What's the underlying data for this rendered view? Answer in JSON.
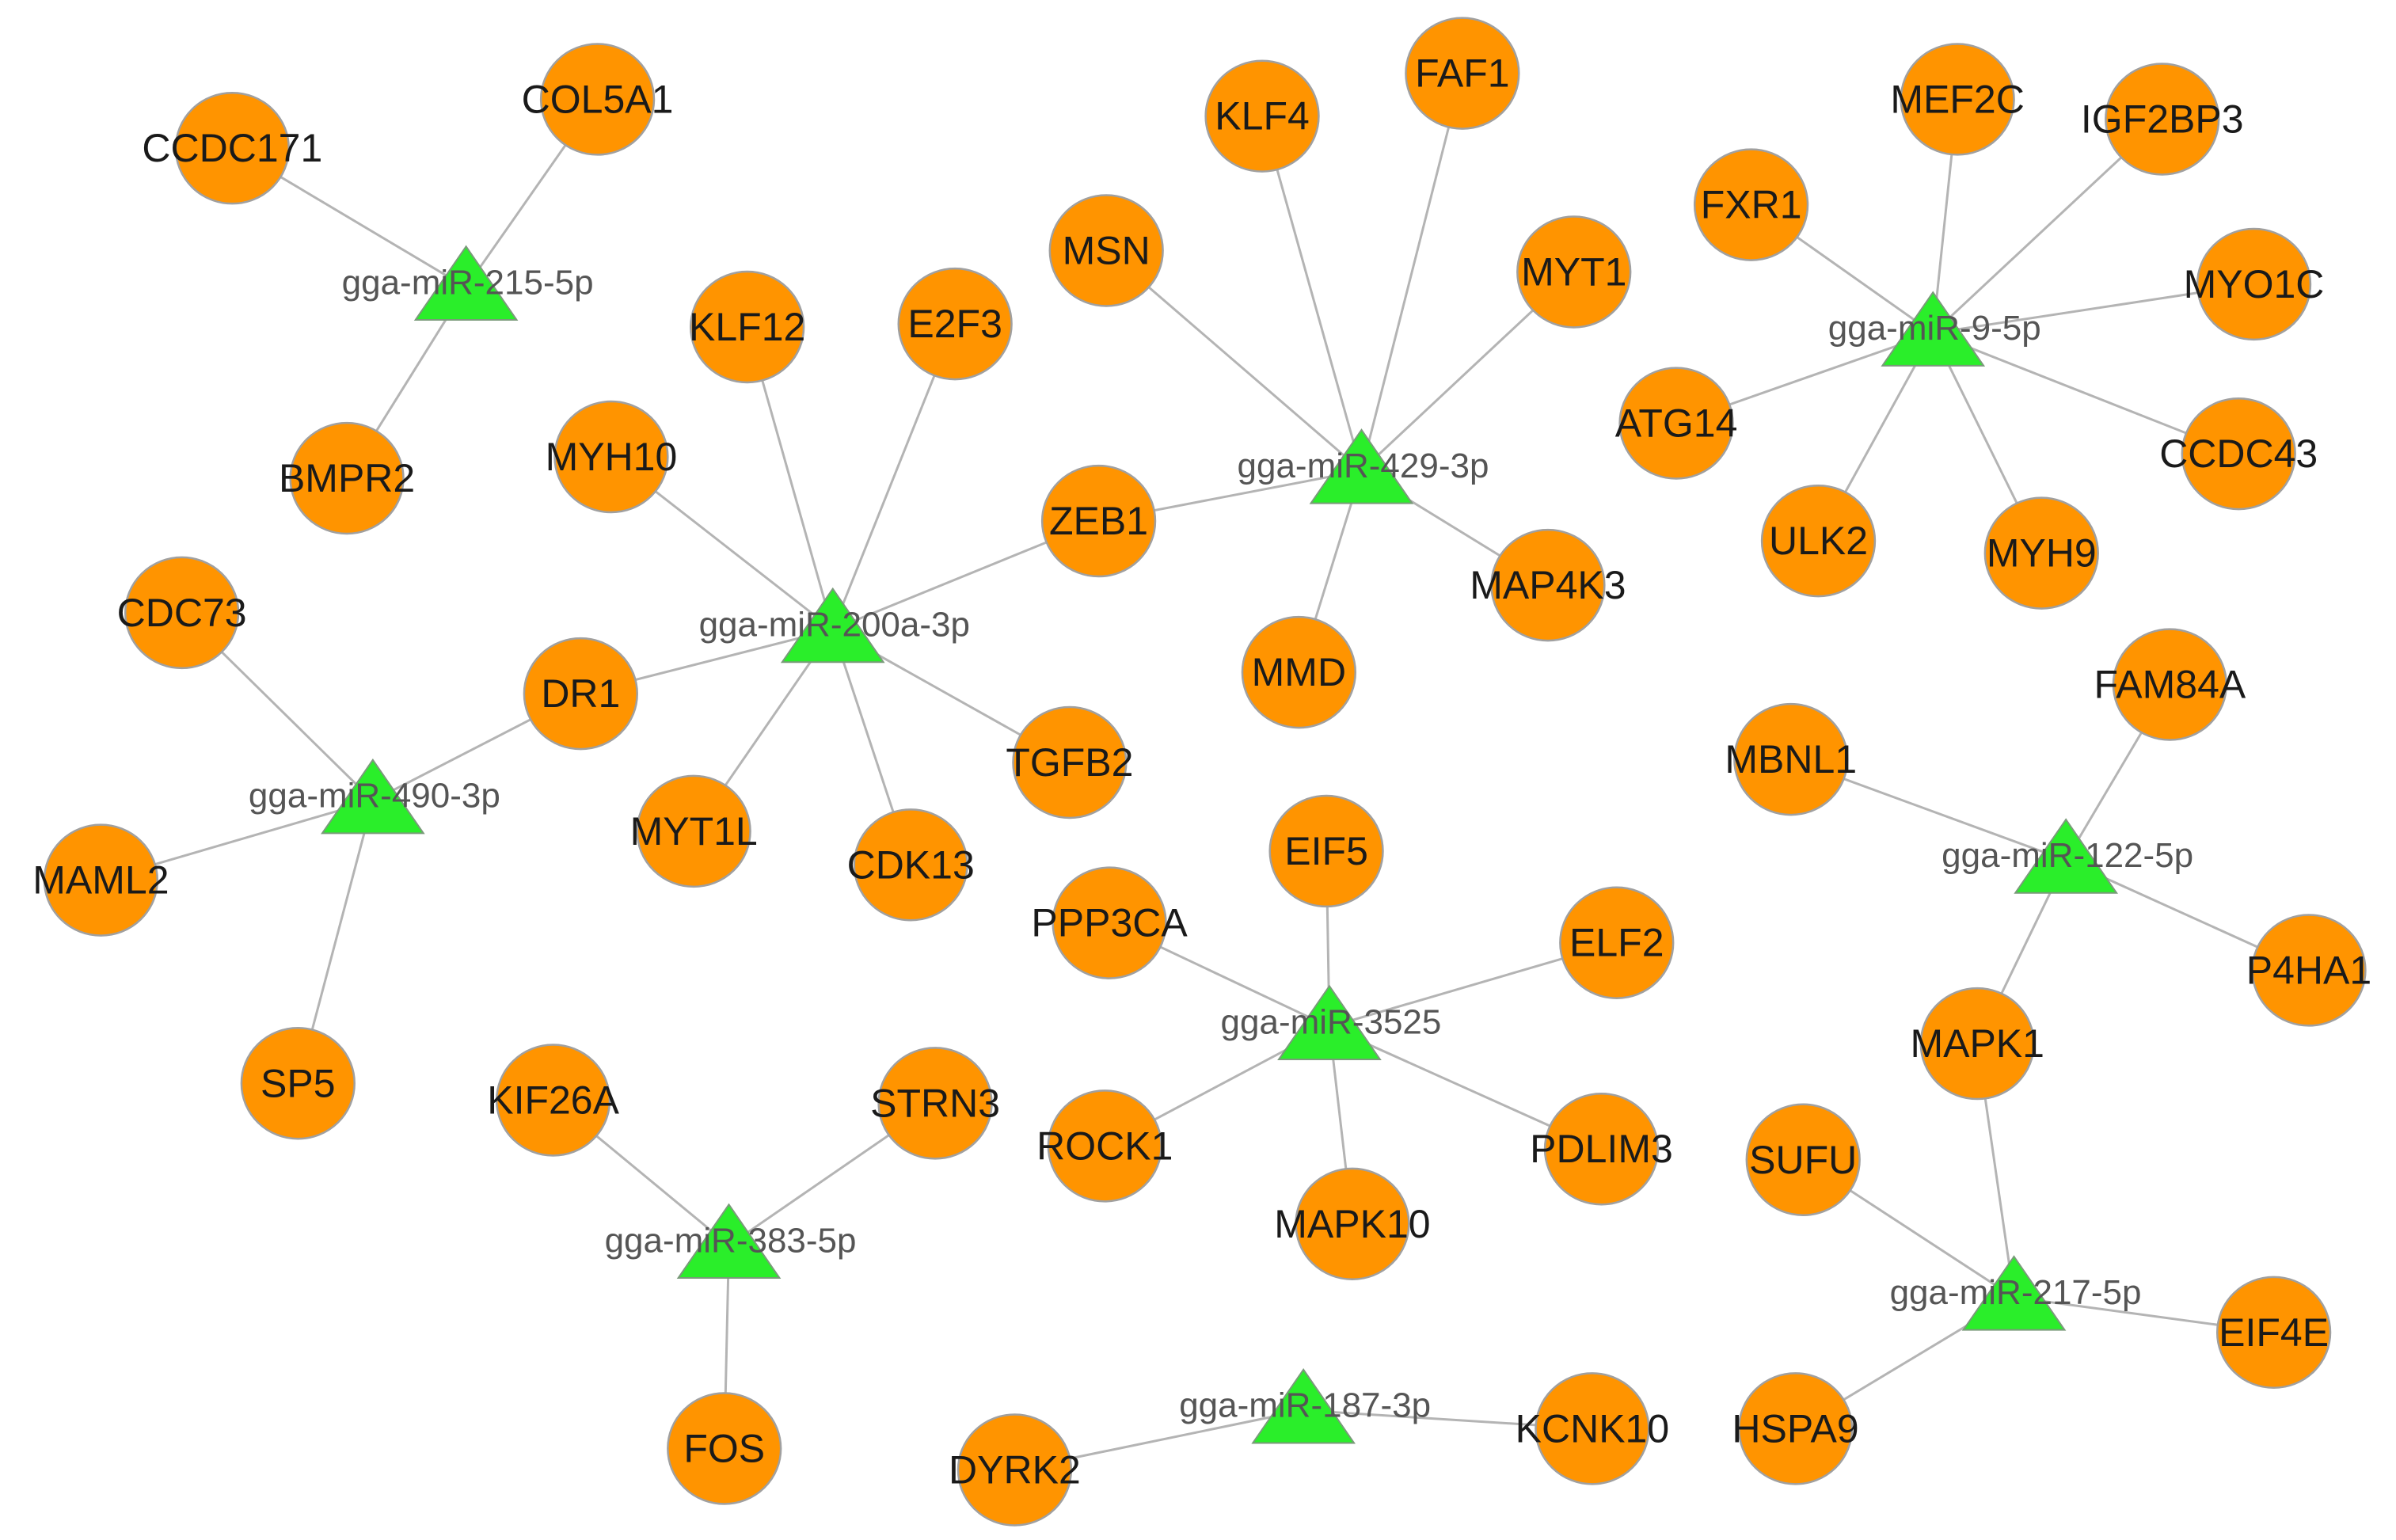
{
  "colors": {
    "gene": "#ff9400",
    "mirna": "#2aee2a",
    "edge": "#b4b4b4"
  },
  "mirnas": [
    {
      "id": "m215",
      "label": "gga-miR-215-5p"
    },
    {
      "id": "m200a",
      "label": "gga-miR-200a-3p"
    },
    {
      "id": "m429",
      "label": "gga-miR-429-3p"
    },
    {
      "id": "m9",
      "label": "gga-miR-9-5p"
    },
    {
      "id": "m490",
      "label": "gga-miR-490-3p"
    },
    {
      "id": "m122",
      "label": "gga-miR-122-5p"
    },
    {
      "id": "m3525",
      "label": "gga-miR-3525"
    },
    {
      "id": "m383",
      "label": "gga-miR-383-5p"
    },
    {
      "id": "m217",
      "label": "gga-miR-217-5p"
    },
    {
      "id": "m187",
      "label": "gga-miR-187-3p"
    }
  ],
  "genes": [
    {
      "id": "CCDC171",
      "label": "CCDC171",
      "mirna": "m215"
    },
    {
      "id": "COL5A1",
      "label": "COL5A1",
      "mirna": "m215"
    },
    {
      "id": "BMPR2",
      "label": "BMPR2",
      "mirna": "m215"
    },
    {
      "id": "KLF12",
      "label": "KLF12",
      "mirna": "m200a"
    },
    {
      "id": "E2F3",
      "label": "E2F3",
      "mirna": "m200a"
    },
    {
      "id": "MYH10",
      "label": "MYH10",
      "mirna": "m200a"
    },
    {
      "id": "ZEB1",
      "label": "ZEB1",
      "mirna": "m200a"
    },
    {
      "id": "DR1",
      "label": "DR1",
      "mirna": "m200a"
    },
    {
      "id": "TGFB2",
      "label": "TGFB2",
      "mirna": "m200a"
    },
    {
      "id": "MYT1L",
      "label": "MYT1L",
      "mirna": "m200a"
    },
    {
      "id": "CDK13",
      "label": "CDK13",
      "mirna": "m200a"
    },
    {
      "id": "KLF4",
      "label": "KLF4",
      "mirna": "m429"
    },
    {
      "id": "FAF1",
      "label": "FAF1",
      "mirna": "m429"
    },
    {
      "id": "MSN",
      "label": "MSN",
      "mirna": "m429"
    },
    {
      "id": "MYT1",
      "label": "MYT1",
      "mirna": "m429"
    },
    {
      "id": "MAP4K3",
      "label": "MAP4K3",
      "mirna": "m429"
    },
    {
      "id": "MMD",
      "label": "MMD",
      "mirna": "m429"
    },
    {
      "id": "MEF2C",
      "label": "MEF2C",
      "mirna": "m9"
    },
    {
      "id": "IGF2BP3",
      "label": "IGF2BP3",
      "mirna": "m9"
    },
    {
      "id": "FXR1",
      "label": "FXR1",
      "mirna": "m9"
    },
    {
      "id": "MYO1C",
      "label": "MYO1C",
      "mirna": "m9"
    },
    {
      "id": "ATG14",
      "label": "ATG14",
      "mirna": "m9"
    },
    {
      "id": "CCDC43",
      "label": "CCDC43",
      "mirna": "m9"
    },
    {
      "id": "ULK2",
      "label": "ULK2",
      "mirna": "m9"
    },
    {
      "id": "MYH9",
      "label": "MYH9",
      "mirna": "m9"
    },
    {
      "id": "CDC73",
      "label": "CDC73",
      "mirna": "m490"
    },
    {
      "id": "MAML2",
      "label": "MAML2",
      "mirna": "m490"
    },
    {
      "id": "SP5",
      "label": "SP5",
      "mirna": "m490"
    },
    {
      "id": "FAM84A",
      "label": "FAM84A",
      "mirna": "m122"
    },
    {
      "id": "MBNL1",
      "label": "MBNL1",
      "mirna": "m122"
    },
    {
      "id": "P4HA1",
      "label": "P4HA1",
      "mirna": "m122"
    },
    {
      "id": "MAPK1",
      "label": "MAPK1",
      "mirna": "m122"
    },
    {
      "id": "EIF5",
      "label": "EIF5",
      "mirna": "m3525"
    },
    {
      "id": "PPP3CA",
      "label": "PPP3CA",
      "mirna": "m3525"
    },
    {
      "id": "ELF2",
      "label": "ELF2",
      "mirna": "m3525"
    },
    {
      "id": "ROCK1",
      "label": "ROCK1",
      "mirna": "m3525"
    },
    {
      "id": "PDLIM3",
      "label": "PDLIM3",
      "mirna": "m3525"
    },
    {
      "id": "MAPK10",
      "label": "MAPK10",
      "mirna": "m3525"
    },
    {
      "id": "KIF26A",
      "label": "KIF26A",
      "mirna": "m383"
    },
    {
      "id": "STRN3",
      "label": "STRN3",
      "mirna": "m383"
    },
    {
      "id": "FOS",
      "label": "FOS",
      "mirna": "m383"
    },
    {
      "id": "SUFU",
      "label": "SUFU",
      "mirna": "m217"
    },
    {
      "id": "EIF4E",
      "label": "EIF4E",
      "mirna": "m217"
    },
    {
      "id": "HSPA9",
      "label": "HSPA9",
      "mirna": "m217"
    },
    {
      "id": "DYRK2",
      "label": "DYRK2",
      "mirna": "m187"
    },
    {
      "id": "KCNK10",
      "label": "KCNK10",
      "mirna": "m187"
    }
  ],
  "extra_edges": [
    {
      "source": "m429",
      "target": "ZEB1"
    },
    {
      "source": "m490",
      "target": "DR1"
    },
    {
      "source": "m217",
      "target": "MAPK1"
    }
  ]
}
